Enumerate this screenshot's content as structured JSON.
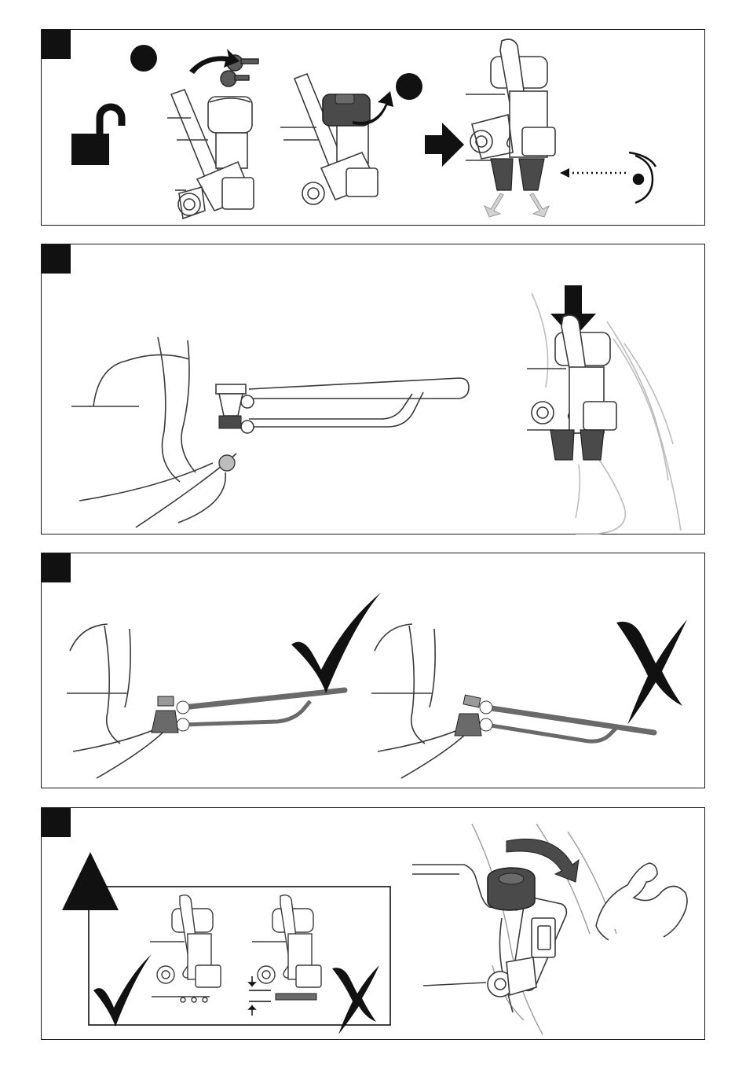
{
  "colors": {
    "ink": "#111111",
    "line": "#3a3a3a",
    "gray": "#9a9a9a",
    "light_gray": "#bdbdbd",
    "knob_dark": "#4a4a4a",
    "panel_border": "#1a1a1a"
  },
  "panels": [
    {
      "name": "step-1-unlock-panel",
      "icons": [
        "unlock-padlock-icon",
        "key-icon",
        "rotate-arrow-icon",
        "arrow-right-icon",
        "eye-icon",
        "dotted-arrow-icon"
      ]
    },
    {
      "name": "step-2-mount-panel",
      "icons": [
        "arrow-down-icon",
        "tow-ball-icon"
      ]
    },
    {
      "name": "step-3-alignment-panel",
      "icons": [
        "checkmark-icon",
        "cross-icon"
      ]
    },
    {
      "name": "step-4-tighten-panel",
      "icons": [
        "warning-triangle-icon",
        "checkmark-icon",
        "cross-icon",
        "rotate-arrow-icon",
        "flexed-arm-icon"
      ]
    }
  ]
}
